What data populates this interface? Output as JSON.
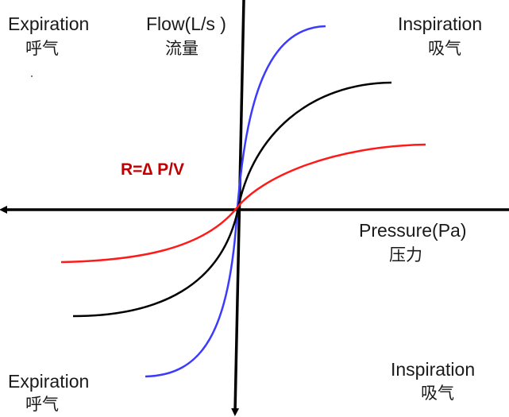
{
  "labels": {
    "top_left": {
      "en": "Expiration",
      "zh": "呼气"
    },
    "top_right": {
      "en": "Inspiration",
      "zh": "吸气"
    },
    "bottom_left": {
      "en": "Expiration",
      "zh": "呼气"
    },
    "bottom_right": {
      "en": "Inspiration",
      "zh": "吸气"
    },
    "y_axis": {
      "en": "Flow(L/s )",
      "zh": "流量"
    },
    "x_axis": {
      "en": "Pressure(Pa)",
      "zh": "压力"
    },
    "equation": "R=∆ P/V"
  },
  "colors": {
    "axis": "#000000",
    "curve_low_resistance": "#3b3bff",
    "curve_medium_resistance": "#000000",
    "curve_high_resistance": "#ff1a1a",
    "equation": "#c00000"
  }
}
